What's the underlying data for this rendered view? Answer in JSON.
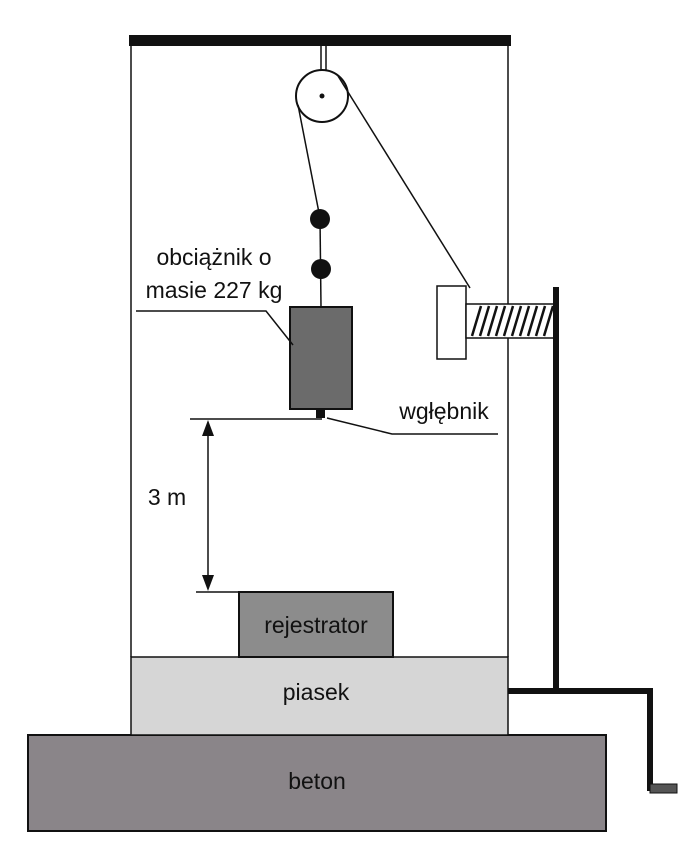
{
  "labels": {
    "weight_line1": "obciążnik o",
    "weight_line2": "masie 227 kg",
    "indenter": "wgłębnik",
    "height": "3 m",
    "recorder": "rejestrator",
    "sand": "piasek",
    "concrete": "beton"
  },
  "colors": {
    "line": "#111111",
    "weight": "#6b6b6b",
    "recorder": "#8c8c8c",
    "sand": "#d6d6d6",
    "concrete": "#8a8589",
    "clamp": "#ffffff"
  }
}
